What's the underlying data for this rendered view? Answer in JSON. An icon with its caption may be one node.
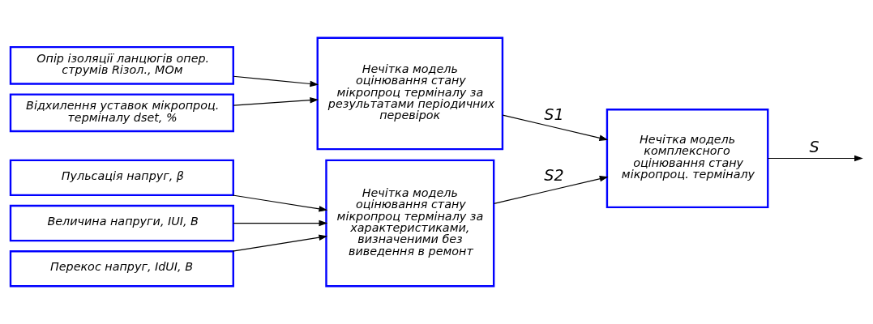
{
  "diagram": {
    "nodes": [
      {
        "text": [
          "Відхилення уставок мікропроц. терміналу dset, %"
        ]
      },
      {
        "text": [
          "Опір ізоляції ланцюгів опер. струмів Rізол., МОм"
        ]
      },
      {
        "text": [
          "Величина напруги, IUI, В"
        ]
      },
      {
        "text": [
          "Перекос напруг, IdUI, В"
        ]
      },
      {
        "text": [
          "Пульсація напруг, β"
        ]
      },
      {
        "text": [
          "Нечітка модель оцінювання стану мікропроц терміналу за результатами періодичних перевірок"
        ]
      },
      {
        "text": [
          "Нечітка модель оцінювання стану мікропроц терміналу за характеристиками, визначеними без виведення в ремонт"
        ]
      },
      {
        "text": [
          "Нечітка модель комплексного оцінювання стану мікропроц. терміналу"
        ]
      }
    ],
    "edges": [
      {
        "from": 0,
        "to": 5,
        "arrow": "to"
      },
      {
        "from": 1,
        "to": 5,
        "arrow": "to"
      },
      {
        "from": 2,
        "to": 6,
        "arrow": "to"
      },
      {
        "from": 3,
        "to": 6,
        "arrow": "to"
      },
      {
        "from": 4,
        "to": 6,
        "arrow": "to"
      },
      {
        "from": 5,
        "to": 7,
        "arrow": "to",
        "label": "S1"
      },
      {
        "from": 6,
        "to": 7,
        "arrow": "to",
        "label": "S2"
      },
      {
        "from": 7,
        "to": null,
        "arrow": "to",
        "label": "S"
      }
    ]
  }
}
